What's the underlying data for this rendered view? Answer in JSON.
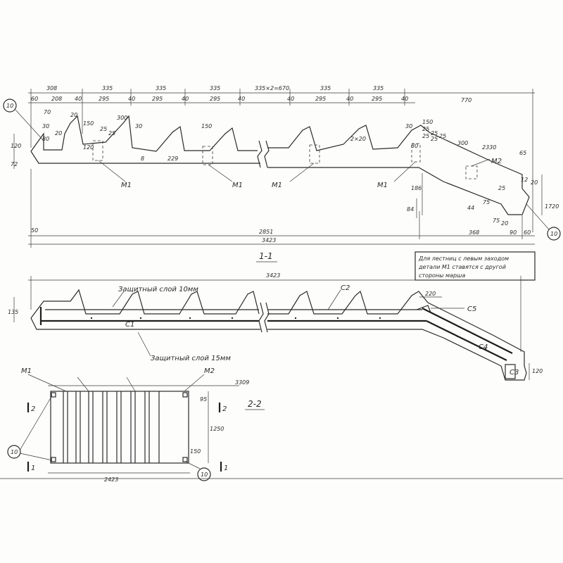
{
  "section_1_1": {
    "title": "1-1",
    "dims_top": [
      "308",
      "335",
      "335",
      "335",
      "335×2=670",
      "335",
      "335",
      "770"
    ],
    "dims_second": [
      "60",
      "208",
      "40",
      "295",
      "40",
      "295",
      "40",
      "295",
      "40",
      "40",
      "295",
      "40",
      "295",
      "40"
    ],
    "small_dims": [
      "70",
      "30",
      "20",
      "20",
      "80",
      "150",
      "25",
      "25",
      "300",
      "30",
      "150",
      "120",
      "229",
      "8",
      "25",
      "25",
      "300",
      "80",
      "30",
      "150",
      "25",
      "25",
      "25",
      "2×20",
      "2330",
      "65",
      "12",
      "20",
      "25",
      "186",
      "75",
      "84",
      "44",
      "20",
      "90",
      "60",
      "75",
      "1720"
    ],
    "total_inner": "2851",
    "total": "3423",
    "left_small": "50",
    "right_small": "368",
    "heights": [
      "120",
      "72"
    ],
    "marks": [
      "M1",
      "M1",
      "M1",
      "M1",
      "M2"
    ],
    "callout": "10"
  },
  "note": {
    "line1": "Для лестниц с левым заходом",
    "line2": "детали М1 ставятся с другой",
    "line3": "стороны марша"
  },
  "rebar_view": {
    "total": "3423",
    "label_top": "Защитный слой 10мм",
    "label_bottom": "Защитный слой 15мм",
    "left_height": "135",
    "right_height": "120",
    "marks": [
      "C1",
      "C2",
      "C3",
      "C4",
      "C5"
    ],
    "c5_dim": "220"
  },
  "section_2_2": {
    "title": "2-2",
    "length": "3309",
    "width": "2423",
    "height": "1250",
    "small_dims": [
      "95",
      "150"
    ],
    "marks": [
      "M1",
      "M2"
    ],
    "callouts": [
      "10",
      "10"
    ],
    "cut_marks": [
      "1",
      "1",
      "2",
      "2"
    ]
  }
}
